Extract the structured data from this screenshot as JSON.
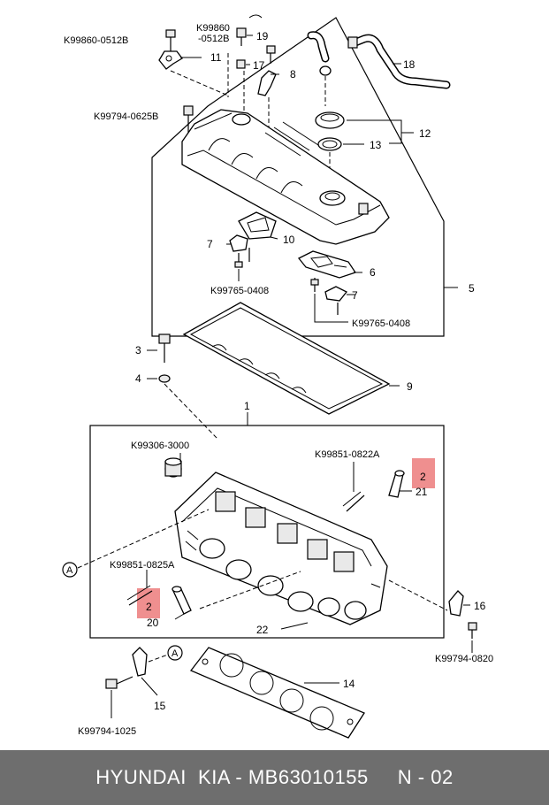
{
  "diagram": {
    "labels": {
      "k99860_0512b_left": "K99860-0512B",
      "k99860_top_line1": "K99860",
      "k99860_top_line2": "-0512B",
      "k99794_0625b": "K99794-0625B",
      "k99765_0408_a": "K99765-0408",
      "k99765_0408_b": "K99765-0408",
      "k99306_3000": "K99306-3000",
      "k99851_0822a": "K99851-0822A",
      "k99851_0825a": "K99851-0825A",
      "k99794_0820": "K99794-0820",
      "k99794_1025": "K99794-1025",
      "callout_a1": "A",
      "callout_a2": "A"
    },
    "numbers": {
      "n1": "1",
      "n2a": "2",
      "n2b": "2",
      "n3": "3",
      "n4": "4",
      "n5": "5",
      "n6": "6",
      "n7a": "7",
      "n7b": "7",
      "n8": "8",
      "n9": "9",
      "n10": "10",
      "n11": "11",
      "n12": "12",
      "n13": "13",
      "n14": "14",
      "n15": "15",
      "n16": "16",
      "n17": "17",
      "n18": "18",
      "n19": "19",
      "n20": "20",
      "n21": "21",
      "n22": "22"
    },
    "highlight_color": "#ef8f8f"
  },
  "footer": {
    "text": "HYUNDAI  KIA - MB63010155     N - 02",
    "background": "#6e6e6e"
  }
}
